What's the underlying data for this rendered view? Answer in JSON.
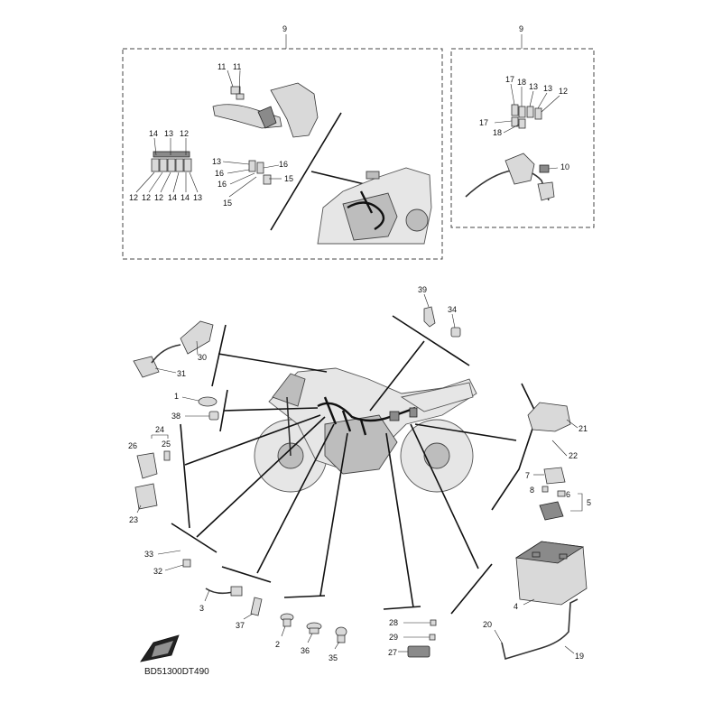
{
  "diagram": {
    "code": "BD51300DT490",
    "callouts": {
      "c9a": "9",
      "c9b": "9",
      "c11a": "11",
      "c11b": "11",
      "c14a": "14",
      "c13a": "13",
      "c12a": "12",
      "c12b": "12",
      "c12c": "12",
      "c12d": "12",
      "c14b": "14",
      "c14c": "14",
      "c13b": "13",
      "c13c": "13",
      "c16a": "16",
      "c16b": "16",
      "c16c": "16",
      "c15a": "15",
      "c15b": "15",
      "c17a": "17",
      "c18a": "18",
      "c13d": "13",
      "c13e": "13",
      "c12e": "12",
      "c17b": "17",
      "c18b": "18",
      "c10": "10",
      "c39": "39",
      "c34": "34",
      "c30": "30",
      "c31": "31",
      "c1": "1",
      "c38": "38",
      "c24": "24",
      "c26": "26",
      "c25": "25",
      "c23": "23",
      "c21": "21",
      "c22": "22",
      "c7": "7",
      "c8": "8",
      "c6": "6",
      "c5": "5",
      "c33": "33",
      "c32": "32",
      "c3": "3",
      "c37": "37",
      "c2": "2",
      "c36": "36",
      "c35": "35",
      "c28": "28",
      "c29": "29",
      "c27": "27",
      "c4": "4",
      "c20": "20",
      "c19": "19"
    }
  }
}
